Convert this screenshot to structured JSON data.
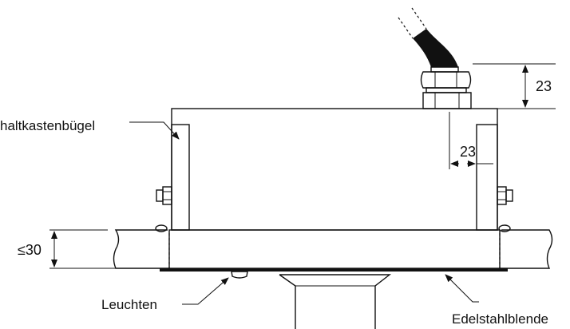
{
  "labels": {
    "bracket": "haltkastenbügel",
    "luminaire": "Leuchten",
    "cover": "Edelstahlblende"
  },
  "dimensions": {
    "gland_height": "23",
    "bracket_width": "23",
    "ceiling_thickness": "≤30"
  },
  "colors": {
    "line": "#111111",
    "cable": "#111111",
    "background": "#ffffff"
  }
}
